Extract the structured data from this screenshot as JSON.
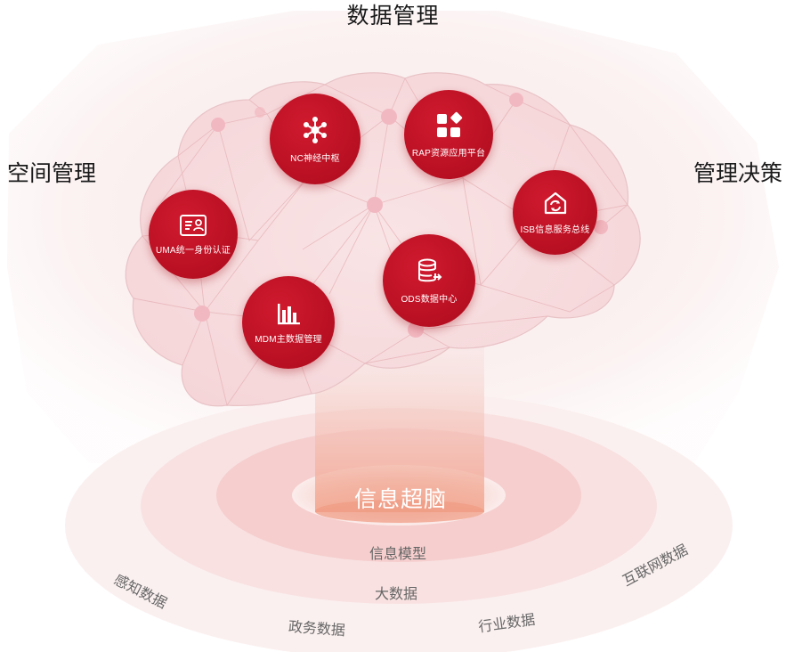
{
  "titles": {
    "top": "数据管理",
    "left": "空间管理",
    "right": "管理决策"
  },
  "nodes": {
    "nc": {
      "label": "NC神经中枢",
      "icon": "network-hub-icon"
    },
    "rap": {
      "label": "RAP资源应用平台",
      "icon": "app-grid-icon"
    },
    "isb": {
      "label": "ISB信息服务总线",
      "icon": "refresh-house-icon"
    },
    "uma": {
      "label": "UMA统一身份认证",
      "icon": "id-card-icon"
    },
    "ods": {
      "label": "ODS数据中心",
      "icon": "database-icon"
    },
    "mdm": {
      "label": "MDM主数据管理",
      "icon": "bar-chart-icon"
    }
  },
  "center": {
    "label": "信息超脑"
  },
  "rings": {
    "model": "信息模型",
    "bigdata": "大数据",
    "sensing": "感知数据",
    "government": "政务数据",
    "industry": "行业数据",
    "internet": "互联网数据"
  },
  "colors": {
    "accent": "#c0111f",
    "brain_fill": "#f7e1e3",
    "mesh_line": "#e8b7bc",
    "ring": "#f6d8d8"
  }
}
